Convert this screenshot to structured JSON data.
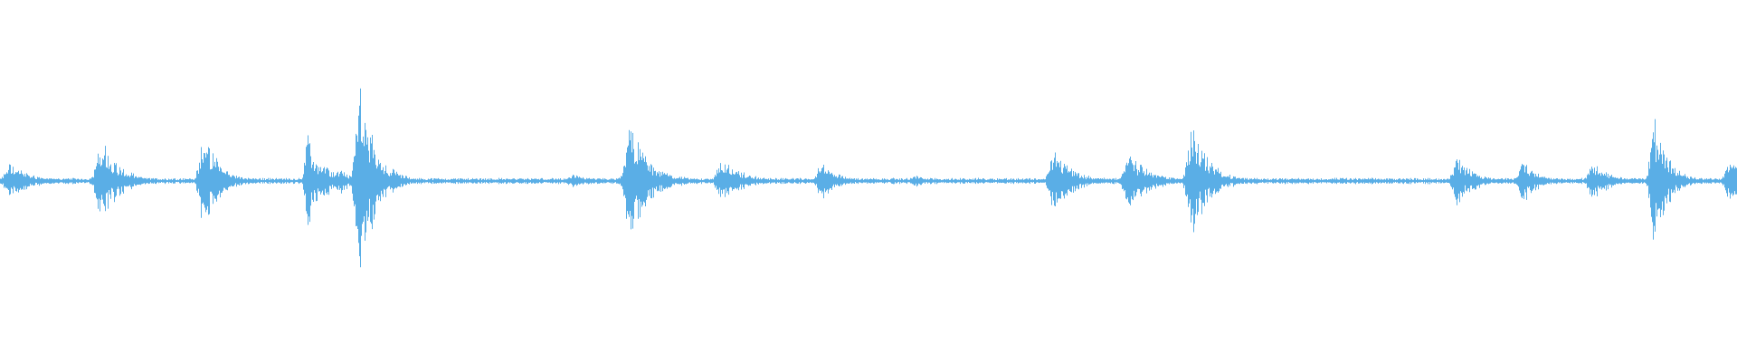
{
  "waveform": {
    "color": "#5aaee6",
    "background": "#ffffff",
    "baseline_amplitude": 0.012,
    "bursts": [
      {
        "center": 0.006,
        "amplitude": 0.11,
        "decay": 0.012
      },
      {
        "center": 0.058,
        "amplitude": 0.28,
        "decay": 0.01
      },
      {
        "center": 0.117,
        "amplitude": 0.3,
        "decay": 0.009
      },
      {
        "center": 0.177,
        "amplitude": 0.28,
        "decay": 0.006
      },
      {
        "center": 0.186,
        "amplitude": 0.12,
        "decay": 0.008
      },
      {
        "center": 0.195,
        "amplitude": 0.1,
        "decay": 0.006
      },
      {
        "center": 0.207,
        "amplitude": 0.6,
        "decay": 0.009
      },
      {
        "center": 0.33,
        "amplitude": 0.04,
        "decay": 0.012
      },
      {
        "center": 0.363,
        "amplitude": 0.32,
        "decay": 0.012
      },
      {
        "center": 0.416,
        "amplitude": 0.14,
        "decay": 0.012
      },
      {
        "center": 0.473,
        "amplitude": 0.11,
        "decay": 0.01
      },
      {
        "center": 0.527,
        "amplitude": 0.04,
        "decay": 0.008
      },
      {
        "center": 0.607,
        "amplitude": 0.22,
        "decay": 0.01
      },
      {
        "center": 0.65,
        "amplitude": 0.17,
        "decay": 0.012
      },
      {
        "center": 0.686,
        "amplitude": 0.35,
        "decay": 0.01
      },
      {
        "center": 0.839,
        "amplitude": 0.14,
        "decay": 0.01
      },
      {
        "center": 0.877,
        "amplitude": 0.13,
        "decay": 0.01
      },
      {
        "center": 0.917,
        "amplitude": 0.13,
        "decay": 0.01
      },
      {
        "center": 0.952,
        "amplitude": 0.43,
        "decay": 0.008
      },
      {
        "center": 0.996,
        "amplitude": 0.14,
        "decay": 0.01
      }
    ]
  }
}
